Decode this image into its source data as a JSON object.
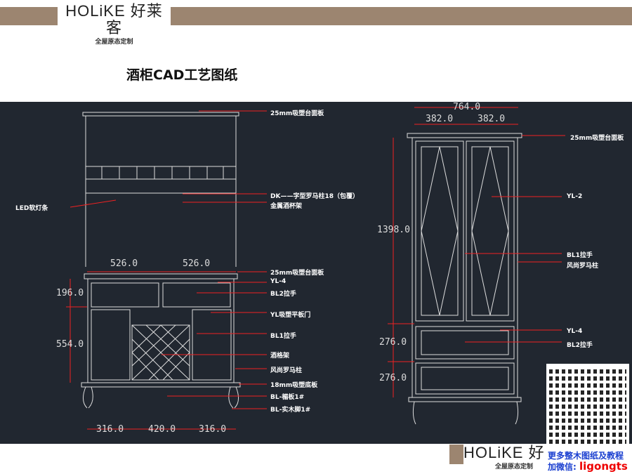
{
  "header": {
    "brand": "HOLiKE",
    "brand_cn": "好莱客",
    "tagline": "全屋原态定制"
  },
  "title": "酒柜CAD工艺图纸",
  "left_drawing": {
    "labels": [
      "25mm吸塑台面板",
      "DK——字型罗马柱18（包覆）",
      "金属酒杯架",
      "LED软灯条",
      "25mm吸塑台面板",
      "YL-4",
      "BL2拉手",
      "YL吸塑平板门",
      "BL1拉手",
      "酒格架",
      "风尚罗马柱",
      "18mm吸塑底板",
      "BL-楣板1#",
      "BL-实木脚1#"
    ],
    "dims": {
      "top_left": "526.0",
      "top_right": "526.0",
      "h1": "196.0",
      "h2": "554.0",
      "w1": "316.0",
      "w2": "420.0",
      "w3": "316.0"
    }
  },
  "right_drawing": {
    "labels": [
      "25mm吸塑台面板",
      "YL-2",
      "BL1拉手",
      "风尚罗马柱",
      "YL-4",
      "BL2拉手"
    ],
    "dims": {
      "total": "764.0",
      "left": "382.0",
      "right": "382.0",
      "h_top": "1398.0",
      "h_d1": "276.0",
      "h_d2": "276.0"
    }
  },
  "footer": {
    "brand": "HOLiKE",
    "brand_cn": "好",
    "tagline": "全屋原态定制",
    "promo1": "更多整木图纸及教程",
    "promo2_label": "加微信:",
    "promo2_id": "ligongts"
  }
}
